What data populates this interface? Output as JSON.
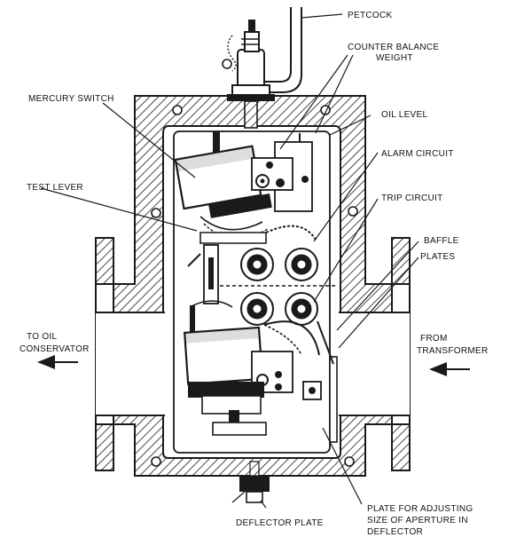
{
  "labels": {
    "petcock": "PETCOCK",
    "counter_balance_1": "COUNTER BALANCE",
    "counter_balance_2": "WEIGHT",
    "mercury_switch": "MERCURY SWITCH",
    "oil_level": "OIL LEVEL",
    "alarm_circuit": "ALARM CIRCUIT",
    "test_lever": "TEST LEVER",
    "trip_circuit": "TRIP CIRCUIT",
    "baffle_1": "BAFFLE",
    "baffle_2": "PLATES",
    "to_oil_1": "TO OIL",
    "to_oil_2": "CONSERVATOR",
    "from_1": "FROM",
    "from_2": "TRANSFORMER",
    "plate_adj_1": "PLATE FOR ADJUSTING",
    "plate_adj_2": "SIZE OF APERTURE IN",
    "plate_adj_3": "DEFLECTOR",
    "deflector_plate": "DEFLECTOR PLATE"
  },
  "colors": {
    "ink": "#1a1a1a",
    "background": "#ffffff"
  }
}
